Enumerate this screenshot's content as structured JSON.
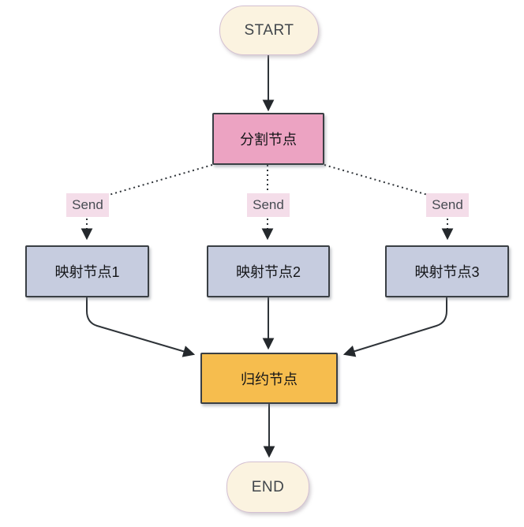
{
  "diagram": {
    "type": "flowchart",
    "background_color": "#ffffff",
    "edge_color": "#2e3338",
    "nodes": {
      "start": {
        "label": "START",
        "shape": "stadium",
        "fill": "#fbf3e0",
        "border": "#d4c0d2",
        "text_color": "#41464b"
      },
      "split": {
        "label": "分割节点",
        "shape": "rect",
        "fill": "#eca3c2",
        "border": "#3a3f44",
        "text_color": "#141518"
      },
      "map1": {
        "label": "映射节点1",
        "shape": "rect",
        "fill": "#c6ccdf",
        "border": "#3a3f44",
        "text_color": "#141518"
      },
      "map2": {
        "label": "映射节点2",
        "shape": "rect",
        "fill": "#c6ccdf",
        "border": "#3a3f44",
        "text_color": "#141518"
      },
      "map3": {
        "label": "映射节点3",
        "shape": "rect",
        "fill": "#c6ccdf",
        "border": "#3a3f44",
        "text_color": "#141518"
      },
      "reduce": {
        "label": "归约节点",
        "shape": "rect",
        "fill": "#f6bd4e",
        "border": "#3a3f44",
        "text_color": "#141518"
      },
      "end": {
        "label": "END",
        "shape": "stadium",
        "fill": "#fbf3e0",
        "border": "#d4c0d2",
        "text_color": "#41464b"
      }
    },
    "send_labels": [
      {
        "label": "Send",
        "fill": "#f4dde9",
        "text_color": "#474c53"
      },
      {
        "label": "Send",
        "fill": "#f4dde9",
        "text_color": "#474c53"
      },
      {
        "label": "Send",
        "fill": "#f4dde9",
        "text_color": "#474c53"
      }
    ],
    "edges": [
      {
        "from": "START",
        "to": "分割节点",
        "style": "solid",
        "label": ""
      },
      {
        "from": "分割节点",
        "to": "映射节点1",
        "style": "dotted",
        "label": "Send"
      },
      {
        "from": "分割节点",
        "to": "映射节点2",
        "style": "dotted",
        "label": "Send"
      },
      {
        "from": "分割节点",
        "to": "映射节点3",
        "style": "dotted",
        "label": "Send"
      },
      {
        "from": "映射节点1",
        "to": "归约节点",
        "style": "solid",
        "label": ""
      },
      {
        "from": "映射节点2",
        "to": "归约节点",
        "style": "solid",
        "label": ""
      },
      {
        "from": "映射节点3",
        "to": "归约节点",
        "style": "solid",
        "label": ""
      },
      {
        "from": "归约节点",
        "to": "END",
        "style": "solid",
        "label": ""
      }
    ]
  }
}
